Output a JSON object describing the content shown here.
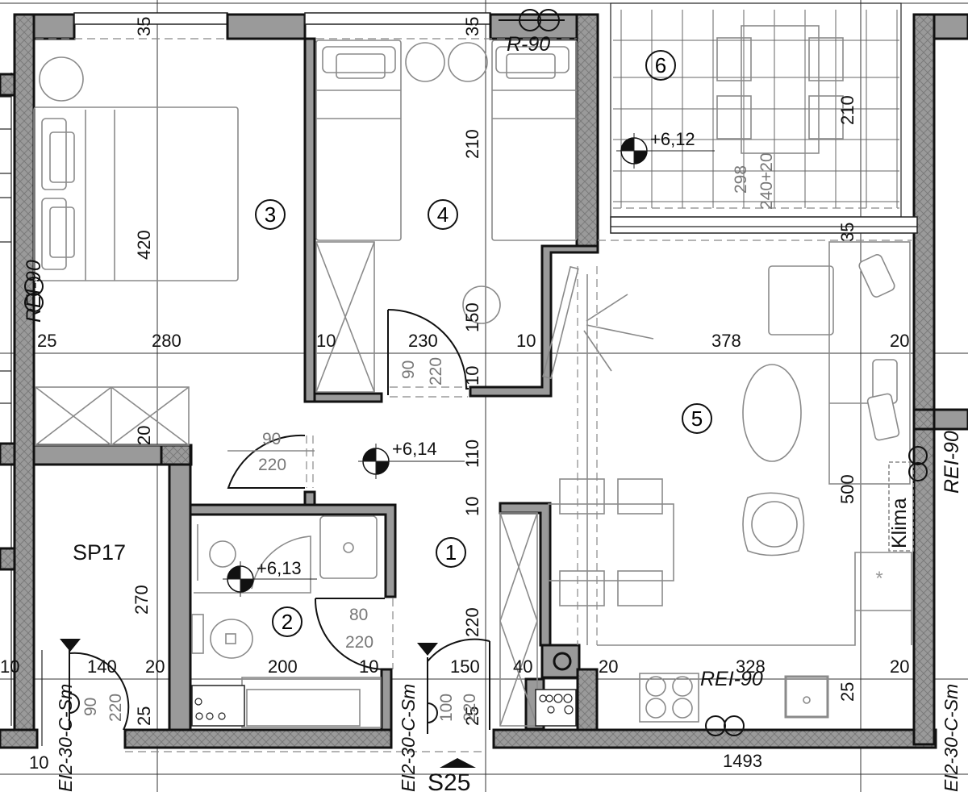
{
  "plan": {
    "rooms": [
      {
        "id": "1",
        "label": "1"
      },
      {
        "id": "2",
        "label": "2"
      },
      {
        "id": "3",
        "label": "3"
      },
      {
        "id": "4",
        "label": "4"
      },
      {
        "id": "5",
        "label": "5"
      },
      {
        "id": "6",
        "label": "6"
      }
    ],
    "storage_label": "SP17",
    "section_marker": "S25",
    "climate_label": "Klima",
    "fire_labels": {
      "top": "R-90",
      "left": "REI-90",
      "right": "REI-90",
      "bottom": "REI-90"
    },
    "door_fire_labels": {
      "left": "EI2-30-C-Sm",
      "center": "EI2-30-C-Sm",
      "right": "EI2-30-C-Sm"
    },
    "levels": {
      "hall": "+6,14",
      "bath": "+6,13",
      "terrace": "+6,12"
    },
    "dimensions": {
      "top_35_a": "35",
      "top_35_b": "35",
      "bed3_length": "420",
      "bed4_length": "210",
      "terrace_depth": "210",
      "terrace_35": "35",
      "terrace_298": "298",
      "terrace_240": "240+20",
      "row1": [
        "25",
        "280",
        "10",
        "230",
        "10",
        "378",
        "20"
      ],
      "v150": "150",
      "v10_a": "10",
      "v110": "110",
      "v10_b": "10",
      "v20_left": "20",
      "v500": "500",
      "sp_270": "270",
      "v220": "220",
      "row2": [
        "10",
        "140",
        "20",
        "200",
        "10",
        "150",
        "40",
        "20",
        "328",
        "20"
      ],
      "bottom_25_a": "25",
      "bottom_25_b": "25",
      "bottom_25_c": "25",
      "bottom_10": "10",
      "total": "1493"
    },
    "doors": {
      "bed3": {
        "w": "90",
        "h": "220"
      },
      "bed4": {
        "w": "90",
        "h": "220"
      },
      "bath": {
        "w": "80",
        "h": "220"
      },
      "storage": {
        "w": "90",
        "h": "220"
      },
      "entry": {
        "w": "100",
        "h": "220"
      }
    }
  }
}
